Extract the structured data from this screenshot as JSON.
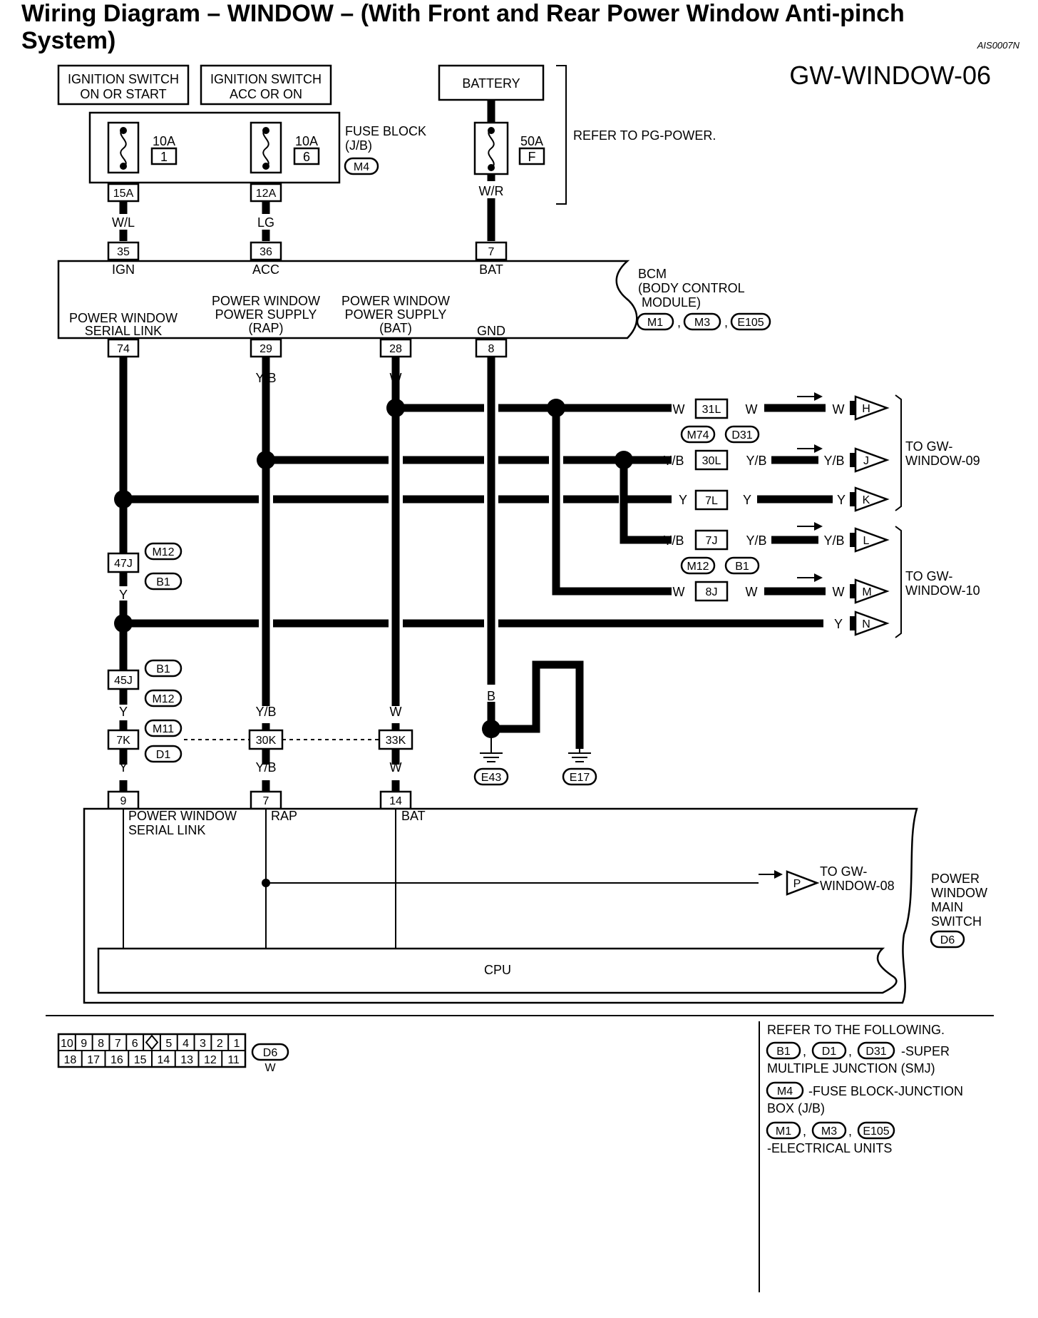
{
  "title": {
    "line1": "Wiring Diagram – WINDOW – (With Front and Rear Power Window Anti-pinch",
    "line2": "System)",
    "ref": "AIS0007N",
    "code": "GW-WINDOW-06"
  },
  "sources": {
    "ign_on_l1": "IGNITION SWITCH",
    "ign_on_l2": "ON OR START",
    "ign_acc_l1": "IGNITION SWITCH",
    "ign_acc_l2": "ACC OR ON",
    "battery": "BATTERY",
    "refer_pg": "REFER TO PG-POWER."
  },
  "fuses": {
    "f1_amp": "10A",
    "f1_no": "1",
    "f2_amp": "10A",
    "f2_no": "6",
    "f3_amp": "50A",
    "f3_no": "F",
    "block_l1": "FUSE BLOCK",
    "block_l2": "(J/B)",
    "block_conn": "M4",
    "pin1": "15A",
    "pin2": "12A"
  },
  "wires": {
    "wl": "W/L",
    "lg": "LG",
    "wr": "W/R",
    "y": "Y",
    "yb": "Y/B",
    "w": "W",
    "b": "B"
  },
  "bcm": {
    "pin_ign": "35",
    "lbl_ign": "IGN",
    "pin_acc": "36",
    "lbl_acc": "ACC",
    "pin_bat": "7",
    "lbl_bat": "BAT",
    "name_l1": "BCM",
    "name_l2": "(BODY CONTROL",
    "name_l3": "MODULE)",
    "conn1": "M1",
    "conn2": "M3",
    "conn3": "E105",
    "serial_l1": "POWER WINDOW",
    "serial_l2": "SERIAL LINK",
    "rap_l1": "POWER WINDOW",
    "rap_l2": "POWER SUPPLY",
    "rap_l3": "(RAP)",
    "batps_l1": "POWER WINDOW",
    "batps_l2": "POWER SUPPLY",
    "batps_l3": "(BAT)",
    "gnd": "GND",
    "pin74": "74",
    "pin29": "29",
    "pin28": "28",
    "pin8": "8"
  },
  "connectors": {
    "c31l": "31L",
    "c30l": "30L",
    "c7l": "7L",
    "c7j": "7J",
    "c8j": "8J",
    "c47j": "47J",
    "c45j": "45J",
    "c7k": "7K",
    "c30k": "30K",
    "c33k": "33K",
    "m74": "M74",
    "d31": "D31",
    "m12": "M12",
    "b1": "B1",
    "m11": "M11",
    "d1": "D1"
  },
  "outputs": {
    "h": "H",
    "j": "J",
    "k": "K",
    "l": "L",
    "m": "M",
    "n": "N",
    "p": "P",
    "to09_l1": "TO GW-",
    "to09_l2": "WINDOW-09",
    "to10_l1": "TO GW-",
    "to10_l2": "WINDOW-10",
    "to08_l1": "TO GW-",
    "to08_l2": "WINDOW-08"
  },
  "grounds": {
    "e43": "E43",
    "e17": "E17"
  },
  "main_switch": {
    "pin9": "9",
    "pin7": "7",
    "pin14": "14",
    "serial_l1": "POWER WINDOW",
    "serial_l2": "SERIAL LINK",
    "rap": "RAP",
    "bat": "BAT",
    "cpu": "CPU",
    "name_l1": "POWER",
    "name_l2": "WINDOW",
    "name_l3": "MAIN",
    "name_l4": "SWITCH",
    "conn": "D6"
  },
  "connector_face": {
    "top": [
      "10",
      "9",
      "8",
      "7",
      "6",
      "",
      "5",
      "4",
      "3",
      "2",
      "1"
    ],
    "bottom": [
      "18",
      "17",
      "16",
      "15",
      "14",
      "13",
      "12",
      "11"
    ],
    "conn": "D6",
    "color": "W"
  },
  "refer": {
    "title": "REFER TO THE FOLLOWING.",
    "smj_b1": "B1",
    "smj_d1": "D1",
    "smj_d31": "D31",
    "smj_l1": "-SUPER",
    "smj_l2": "MULTIPLE JUNCTION (SMJ)",
    "jb_conn": "M4",
    "jb_l1": "-FUSE BLOCK-JUNCTION",
    "jb_l2": "BOX (J/B)",
    "eu_m1": "M1",
    "eu_m3": "M3",
    "eu_e105": "E105",
    "eu_l1": "-ELECTRICAL UNITS"
  }
}
